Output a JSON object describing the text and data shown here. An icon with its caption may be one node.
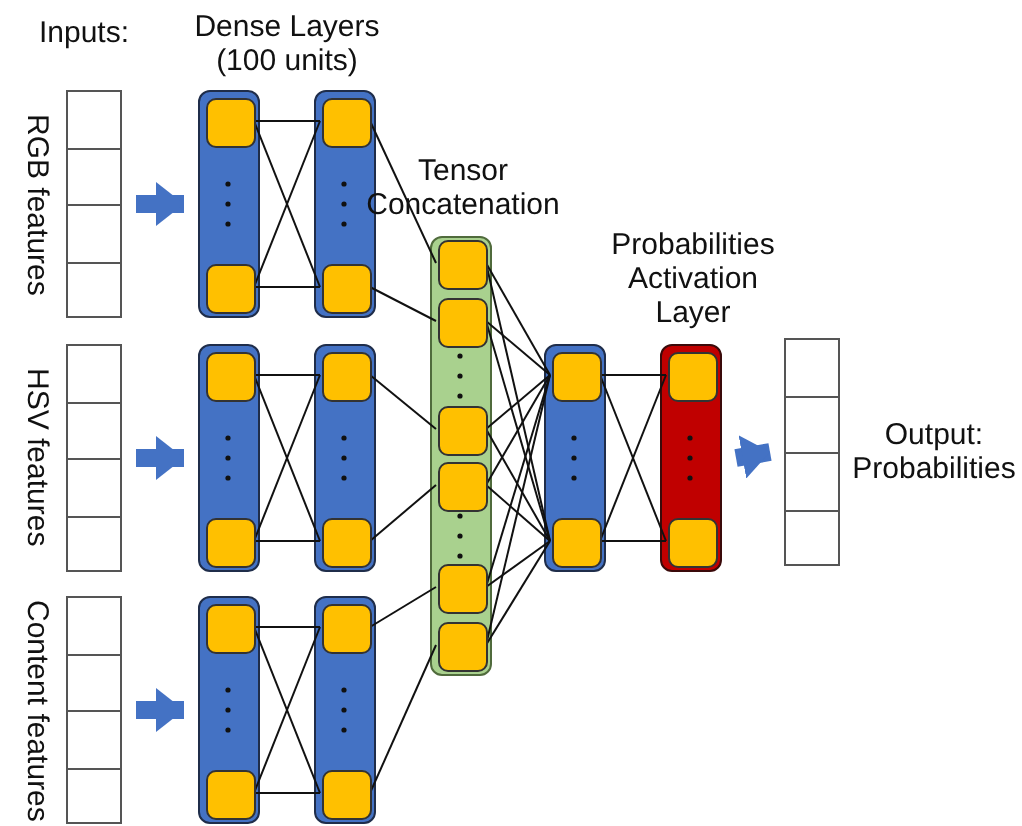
{
  "diagram": {
    "nodes": [
      {
        "text": [],
        "shape": "box",
        "beside": [
          "RGB features"
        ]
      },
      {
        "text": [],
        "shape": "box"
      },
      {
        "text": [],
        "shape": "box",
        "in": 1
      },
      {
        "text": [],
        "shape": "box",
        "in": 1
      },
      {
        "text": [],
        "shape": "box"
      },
      {
        "text": [],
        "shape": "box",
        "in": 4
      },
      {
        "text": [],
        "shape": "box",
        "in": 4
      },
      {
        "text": [],
        "shape": "box",
        "beside": [
          "HSV features"
        ]
      },
      {
        "text": [],
        "shape": "box"
      },
      {
        "text": [],
        "shape": "box",
        "in": 8
      },
      {
        "text": [],
        "shape": "box",
        "in": 8
      },
      {
        "text": [],
        "shape": "box"
      },
      {
        "text": [],
        "shape": "box",
        "in": 11
      },
      {
        "text": [],
        "shape": "box",
        "in": 11
      },
      {
        "text": [],
        "shape": "box",
        "beside": [
          "Content features"
        ]
      },
      {
        "text": [],
        "shape": "box"
      },
      {
        "text": [],
        "shape": "box",
        "in": 15
      },
      {
        "text": [],
        "shape": "box",
        "in": 15
      },
      {
        "text": [],
        "shape": "box"
      },
      {
        "text": [],
        "shape": "box",
        "in": 18
      },
      {
        "text": [],
        "shape": "box",
        "in": 18
      },
      {
        "text": [
          "Tensor Concatenation"
        ]
      },
      {
        "text": [],
        "shape": "box",
        "in": 21
      },
      {
        "text": [],
        "shape": "box",
        "in": 21
      },
      {
        "text": [],
        "shape": "box",
        "in": 21
      },
      {
        "text": [],
        "shape": "box",
        "in": 21
      },
      {
        "text": [],
        "shape": "box",
        "in": 21
      },
      {
        "text": [],
        "shape": "box",
        "in": 21
      },
      {
        "text": [],
        "shape": "box"
      },
      {
        "text": [],
        "shape": "box",
        "in": 28
      },
      {
        "text": [],
        "shape": "box",
        "in": 28
      },
      {
        "text": [
          "Probabilities Activation Layer"
        ]
      },
      {
        "text": [],
        "shape": "box",
        "in": 31
      },
      {
        "text": [],
        "shape": "box",
        "in": 31
      },
      {
        "text": [],
        "shape": "box",
        "beside": [
          "Output: Probabilities"
        ]
      }
    ],
    "edges": [
      {
        "from": 0,
        "to": 1,
        "arrow": "to",
        "style": "thick",
        "color": "#4472c4"
      },
      {
        "from": 2,
        "to": 5,
        "arrow": "none"
      },
      {
        "from": 2,
        "to": 6,
        "arrow": "none"
      },
      {
        "from": 3,
        "to": 5,
        "arrow": "none"
      },
      {
        "from": 3,
        "to": 6,
        "arrow": "none"
      },
      {
        "from": 5,
        "to": 22,
        "arrow": "none"
      },
      {
        "from": 6,
        "to": 23,
        "arrow": "none"
      },
      {
        "from": 7,
        "to": 8,
        "arrow": "to",
        "style": "thick",
        "color": "#4472c4"
      },
      {
        "from": 9,
        "to": 12,
        "arrow": "none"
      },
      {
        "from": 9,
        "to": 13,
        "arrow": "none"
      },
      {
        "from": 10,
        "to": 12,
        "arrow": "none"
      },
      {
        "from": 10,
        "to": 13,
        "arrow": "none"
      },
      {
        "from": 12,
        "to": 24,
        "arrow": "none"
      },
      {
        "from": 13,
        "to": 25,
        "arrow": "none"
      },
      {
        "from": 14,
        "to": 15,
        "arrow": "to",
        "style": "thick",
        "color": "#4472c4"
      },
      {
        "from": 16,
        "to": 19,
        "arrow": "none"
      },
      {
        "from": 16,
        "to": 20,
        "arrow": "none"
      },
      {
        "from": 17,
        "to": 19,
        "arrow": "none"
      },
      {
        "from": 17,
        "to": 20,
        "arrow": "none"
      },
      {
        "from": 19,
        "to": 26,
        "arrow": "none"
      },
      {
        "from": 20,
        "to": 27,
        "arrow": "none"
      },
      {
        "from": 22,
        "to": 29,
        "arrow": "none"
      },
      {
        "from": 22,
        "to": 30,
        "arrow": "none"
      },
      {
        "from": 23,
        "to": 29,
        "arrow": "none"
      },
      {
        "from": 23,
        "to": 30,
        "arrow": "none"
      },
      {
        "from": 24,
        "to": 29,
        "arrow": "none"
      },
      {
        "from": 24,
        "to": 30,
        "arrow": "none"
      },
      {
        "from": 25,
        "to": 29,
        "arrow": "none"
      },
      {
        "from": 25,
        "to": 30,
        "arrow": "none"
      },
      {
        "from": 26,
        "to": 29,
        "arrow": "none"
      },
      {
        "from": 26,
        "to": 30,
        "arrow": "none"
      },
      {
        "from": 27,
        "to": 29,
        "arrow": "none"
      },
      {
        "from": 27,
        "to": 30,
        "arrow": "none"
      },
      {
        "from": 29,
        "to": 32,
        "arrow": "none"
      },
      {
        "from": 29,
        "to": 33,
        "arrow": "none"
      },
      {
        "from": 30,
        "to": 32,
        "arrow": "none"
      },
      {
        "from": 30,
        "to": 33,
        "arrow": "none"
      },
      {
        "from": 31,
        "to": 34,
        "arrow": "to",
        "style": "thick",
        "color": "#4472c4"
      }
    ],
    "labels": [
      "Inputs:",
      "Dense Layers (100 units)"
    ]
  }
}
